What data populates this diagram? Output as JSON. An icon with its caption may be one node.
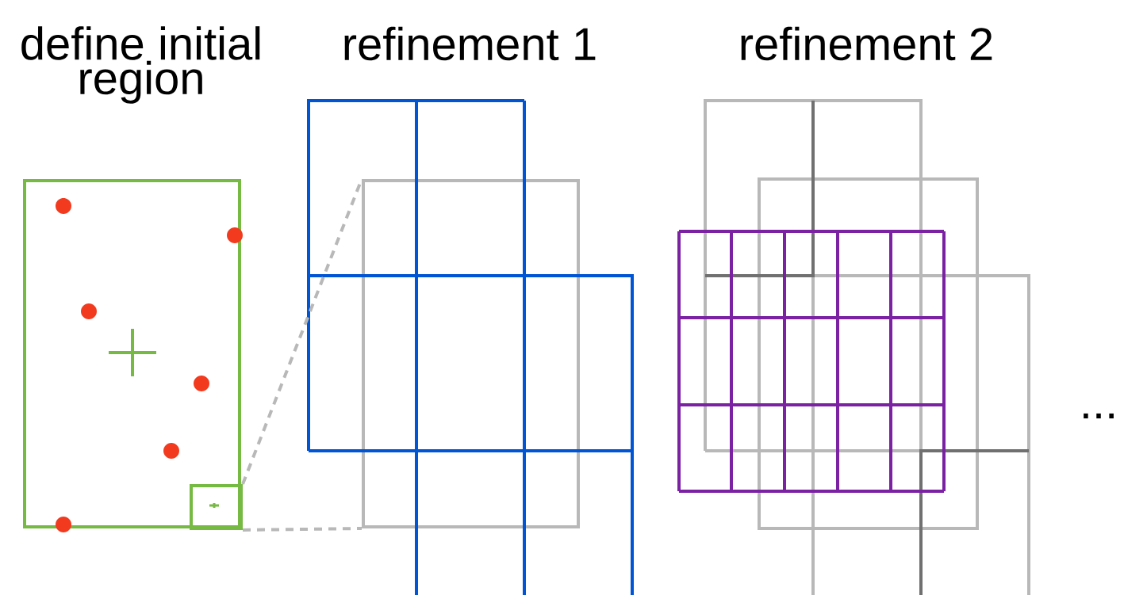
{
  "diagram": {
    "nodes": [
      {
        "text": [],
        "shape": "box"
      },
      {
        "text": [],
        "shape": "box",
        "in": 0
      },
      {
        "text": [],
        "shape": "box"
      }
    ],
    "edges": [
      {
        "from": 1,
        "to": 2,
        "arrow": "none",
        "style": "dashed"
      },
      {
        "from": 1,
        "to": 2,
        "arrow": "none",
        "style": "dashed"
      }
    ],
    "labels": [
      "define initial region",
      "refinement 1",
      "refinement 2",
      "..."
    ]
  }
}
